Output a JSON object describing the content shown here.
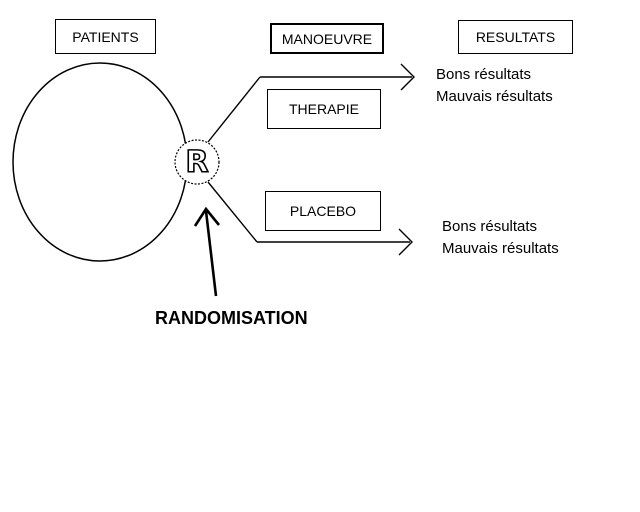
{
  "headers": {
    "patients": "PATIENTS",
    "manoeuvre": "MANOEUVRE",
    "resultats": "RESULTATS"
  },
  "arms": {
    "therapie": "THERAPIE",
    "placebo": "PLACEBO"
  },
  "outcomes": {
    "top": {
      "good": "Bons résultats",
      "bad": "Mauvais résultats"
    },
    "bottom": {
      "good": "Bons résultats",
      "bad": "Mauvais résultats"
    }
  },
  "randomisation": {
    "symbol": "R",
    "label": "RANDOMISATION"
  }
}
